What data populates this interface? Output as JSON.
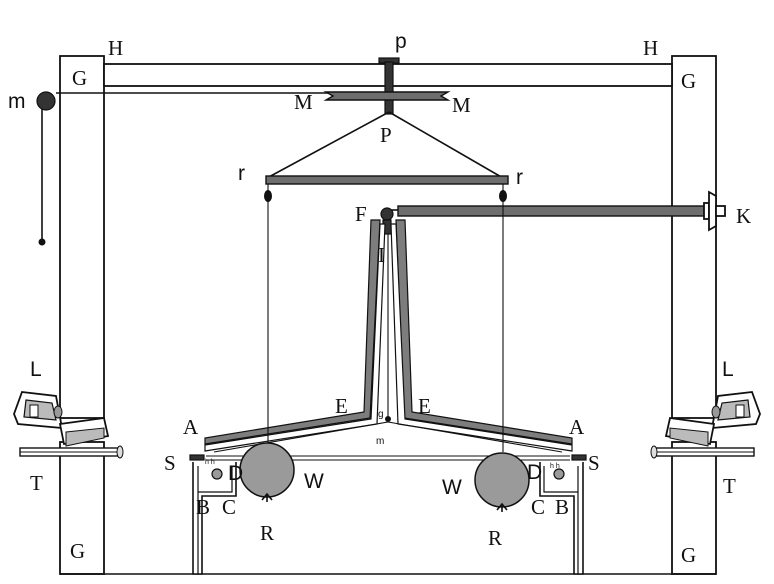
{
  "labels": {
    "p": "p",
    "H_left": "H",
    "H_right": "H",
    "G_top_left": "G",
    "G_top_right": "G",
    "G_bottom_left": "G",
    "G_bottom_right": "G",
    "m_pendulum": "m",
    "M_left": "M",
    "M_right": "M",
    "P": "P",
    "r_left": "r",
    "r_right": "r",
    "F": "F",
    "K": "K",
    "I": "I",
    "L_left": "L",
    "L_right": "L",
    "E_left": "E",
    "E_right": "E",
    "A_left": "A",
    "A_right": "A",
    "g_small": "g",
    "m_small": "m",
    "S_left": "S",
    "S_right": "S",
    "D_left": "D",
    "D_right": "D",
    "W_left": "W",
    "W_right": "W",
    "T_left": "T",
    "T_right": "T",
    "B_left": "B",
    "B_right": "B",
    "C_left": "C",
    "C_right": "C",
    "R_left": "R",
    "R_right": "R",
    "hh_left": "h h",
    "hh_right": "h h"
  },
  "colors": {
    "line": "#111111",
    "bar_fill": "#6e6e6e",
    "weight_fill": "#9a9a9a",
    "background": "#ffffff"
  }
}
